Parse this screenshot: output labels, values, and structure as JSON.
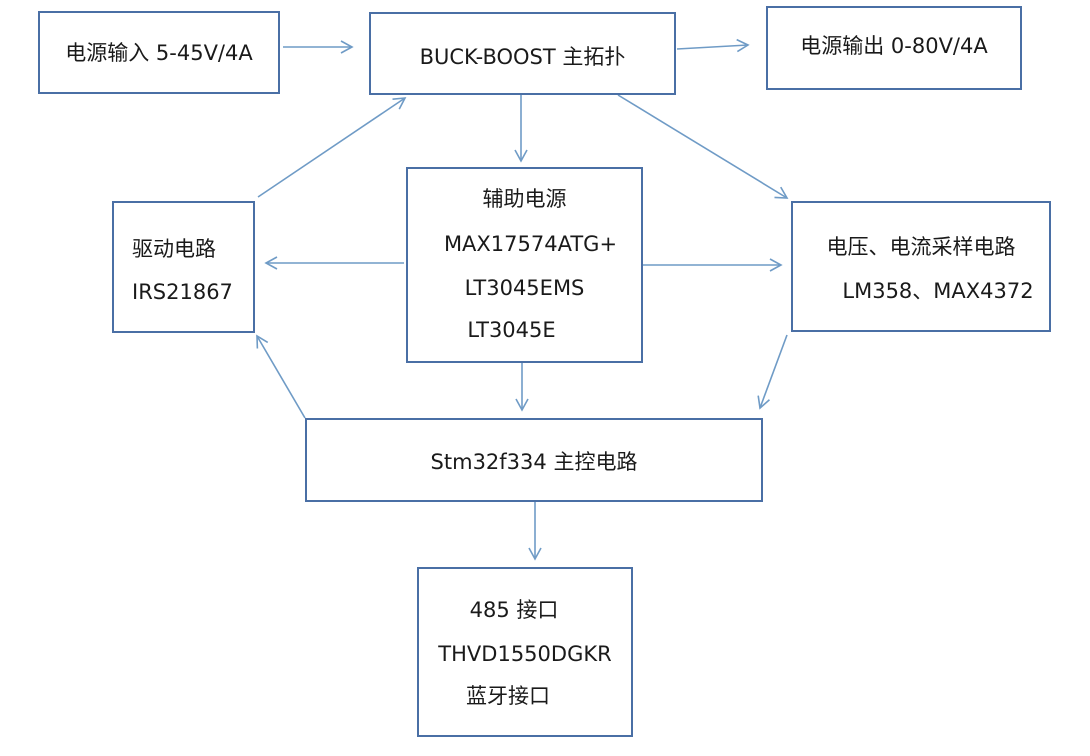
{
  "colors": {
    "border": "#4a6fa5",
    "arrow": "#6f9bc6"
  },
  "nodes": {
    "power_input": {
      "text": "电源输入 5-45V/4A"
    },
    "buck_boost": {
      "text": "BUCK-BOOST 主拓扑"
    },
    "power_output": {
      "text": "电源输出 0-80V/4A"
    },
    "aux_power": {
      "title": "辅助电源",
      "lines": [
        "MAX17574ATG+",
        "LT3045EMS",
        "LT3045E"
      ]
    },
    "driver": {
      "title": "驱动电路",
      "part": "IRS21867"
    },
    "sampling": {
      "title": "电压、电流采样电路",
      "parts": "LM358、MAX4372"
    },
    "mcu": {
      "text": "Stm32f334 主控电路"
    },
    "interface": {
      "lines": [
        "485 接口",
        "THVD1550DGKR",
        "蓝牙接口"
      ]
    }
  },
  "edges": [
    {
      "from": "power_input",
      "to": "buck_boost"
    },
    {
      "from": "buck_boost",
      "to": "power_output"
    },
    {
      "from": "buck_boost",
      "to": "aux_power"
    },
    {
      "from": "buck_boost",
      "to": "sampling"
    },
    {
      "from": "driver",
      "to": "buck_boost"
    },
    {
      "from": "aux_power",
      "to": "driver"
    },
    {
      "from": "aux_power",
      "to": "sampling"
    },
    {
      "from": "aux_power",
      "to": "mcu"
    },
    {
      "from": "mcu",
      "to": "driver"
    },
    {
      "from": "sampling",
      "to": "mcu"
    },
    {
      "from": "mcu",
      "to": "interface"
    }
  ]
}
